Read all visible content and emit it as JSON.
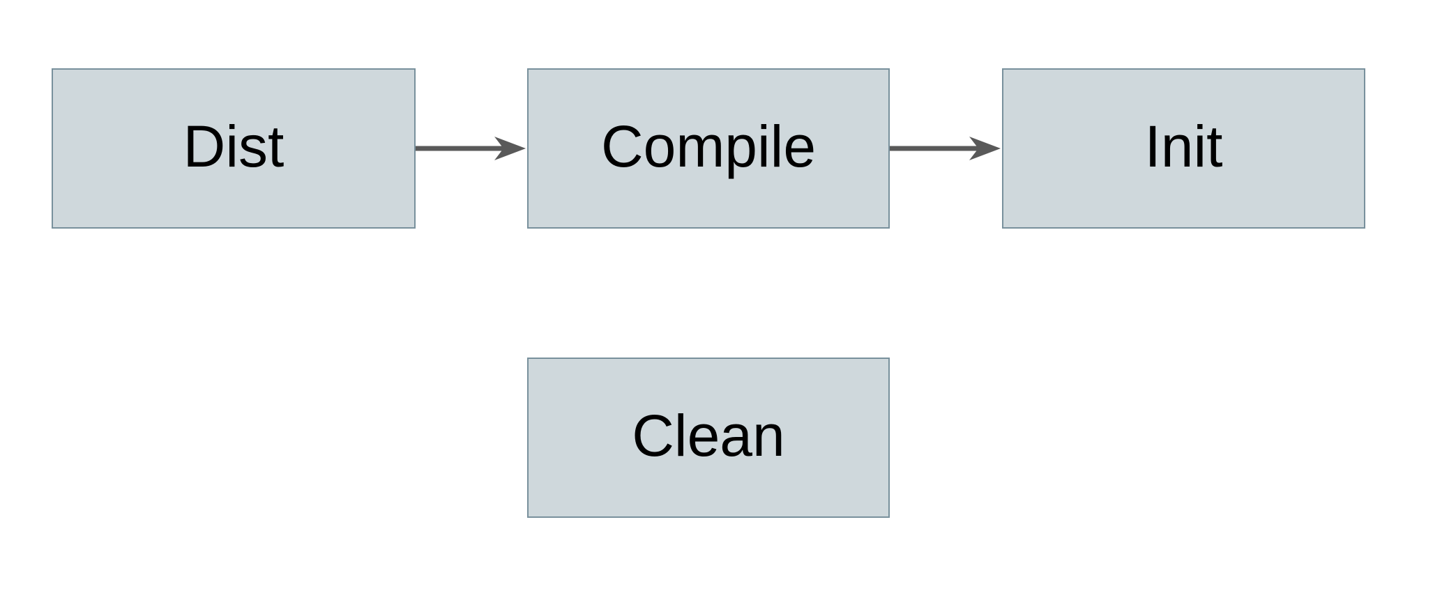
{
  "diagram": {
    "title": "build-targets-flow",
    "colors": {
      "canvas_bg": "#ffffff",
      "node_fill": "#cfd8dc",
      "node_border": "#78909c",
      "arrow_color": "#595959",
      "text_color": "#000000"
    },
    "nodes": [
      {
        "id": "dist",
        "label": "Dist"
      },
      {
        "id": "compile",
        "label": "Compile"
      },
      {
        "id": "init",
        "label": "Init"
      },
      {
        "id": "clean",
        "label": "Clean"
      }
    ],
    "edges": [
      {
        "from": "dist",
        "to": "compile"
      },
      {
        "from": "compile",
        "to": "init"
      }
    ]
  }
}
